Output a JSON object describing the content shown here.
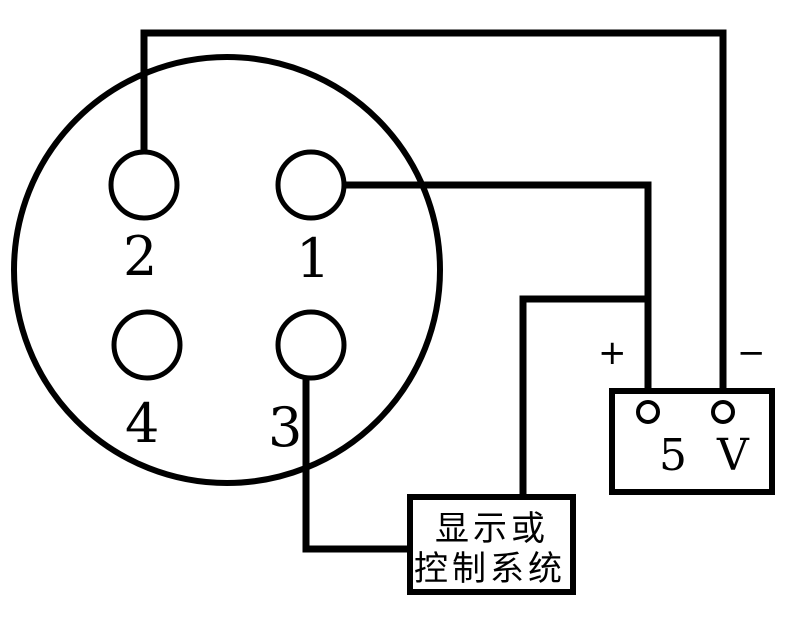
{
  "connector": {
    "pins": [
      {
        "id": "1",
        "label": "1"
      },
      {
        "id": "2",
        "label": "2"
      },
      {
        "id": "3",
        "label": "3"
      },
      {
        "id": "4",
        "label": "4"
      }
    ]
  },
  "power_supply": {
    "label": "5 V",
    "plus": "+",
    "minus": "−"
  },
  "control_system": {
    "line1": "显示或",
    "line2": "控制系统"
  }
}
